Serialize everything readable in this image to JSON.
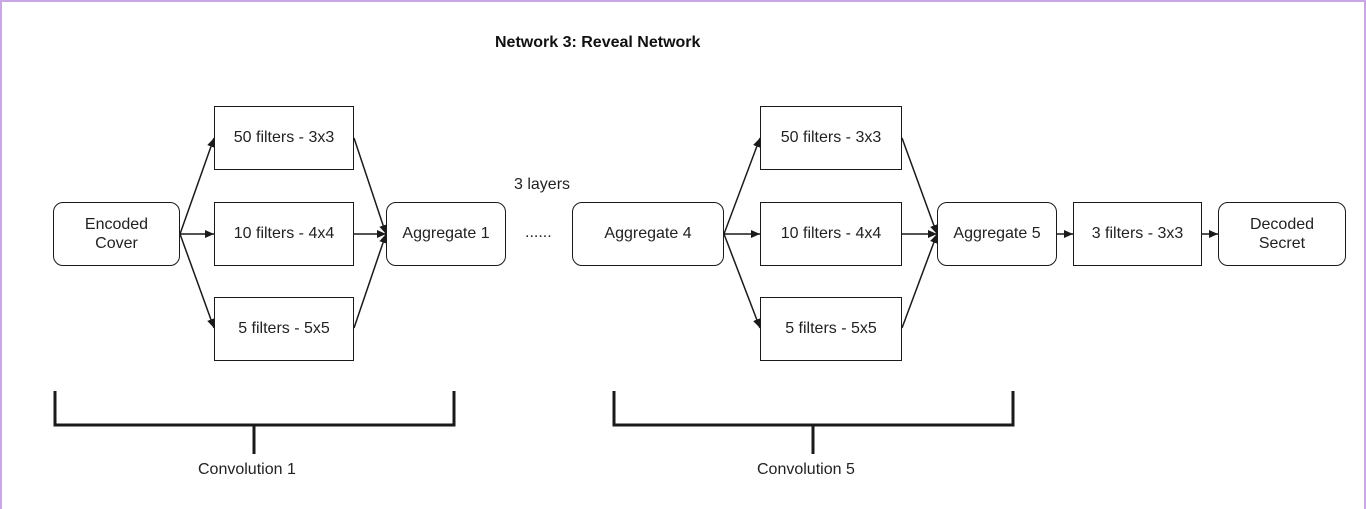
{
  "title": "Network 3: Reveal Network",
  "nodes": {
    "encoded_cover": [
      "Encoded",
      "Cover"
    ],
    "c1_f50": "50 filters - 3x3",
    "c1_f10": "10 filters - 4x4",
    "c1_f5": "5 filters - 5x5",
    "aggregate_1": "Aggregate 1",
    "aggregate_4": "Aggregate 4",
    "c5_f50": "50 filters - 3x3",
    "c5_f10": "10 filters - 4x4",
    "c5_f5": "5 filters - 5x5",
    "aggregate_5": "Aggregate 5",
    "final_filters": "3 filters - 3x3",
    "decoded_secret": [
      "Decoded",
      "Secret"
    ]
  },
  "layers_label": "3 layers",
  "ellipsis": "......",
  "groups": {
    "convolution_1": "Convolution 1",
    "convolution_5": "Convolution 5"
  },
  "colors": {
    "stroke": "#1a1a1a",
    "frame": "#c9a7e6"
  }
}
